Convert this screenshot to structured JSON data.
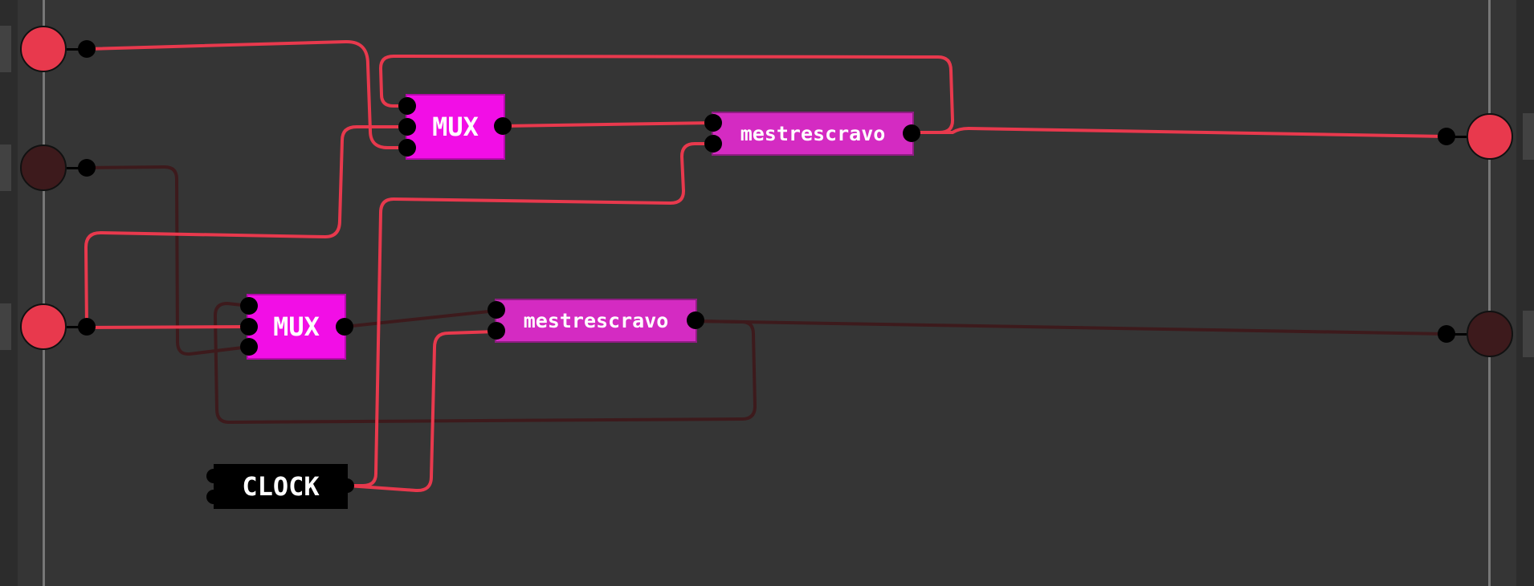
{
  "colors": {
    "background": "#353535",
    "wire_on": "#e8394d",
    "wire_off": "#3d1a1c",
    "mux_fill": "#f20ee6",
    "mux_border": "#b30aa9",
    "ms_fill": "#d42bc2",
    "ms_border": "#8e1d82",
    "clock_fill": "#000000",
    "text": "#ffffff"
  },
  "inputs": [
    {
      "state": "on"
    },
    {
      "state": "off"
    },
    {
      "state": "on"
    }
  ],
  "outputs": [
    {
      "state": "on"
    },
    {
      "state": "off"
    }
  ],
  "components": {
    "mux_top": {
      "label": "MUX"
    },
    "mux_bottom": {
      "label": "MUX"
    },
    "ms_top": {
      "label": "mestrescravo"
    },
    "ms_bottom": {
      "label": "mestrescravo"
    },
    "clock": {
      "label": "CLOCK"
    }
  },
  "wires": [
    {
      "from": "input-1",
      "to": "mux_top.in-3",
      "state": "on"
    },
    {
      "from": "mux_top.out",
      "to": "ms_top.in-1",
      "state": "on"
    },
    {
      "from": "ms_top.out",
      "to": "mux_top.in-1",
      "state": "on"
    },
    {
      "from": "ms_top.out",
      "to": "output-1",
      "state": "on"
    },
    {
      "from": "input-3",
      "to": "mux_top.in-2",
      "state": "on"
    },
    {
      "from": "input-3",
      "to": "mux_bottom.in-2",
      "state": "on"
    },
    {
      "from": "input-2",
      "to": "mux_bottom.in-3",
      "state": "off"
    },
    {
      "from": "mux_bottom.out",
      "to": "ms_bottom.in-1",
      "state": "off"
    },
    {
      "from": "ms_bottom.out",
      "to": "output-2",
      "state": "off"
    },
    {
      "from": "ms_bottom.out",
      "to": "mux_bottom.in-1",
      "state": "off"
    },
    {
      "from": "clock.out",
      "to": "ms_top.in-2",
      "state": "on"
    },
    {
      "from": "clock.out",
      "to": "ms_bottom.in-2",
      "state": "on"
    }
  ]
}
